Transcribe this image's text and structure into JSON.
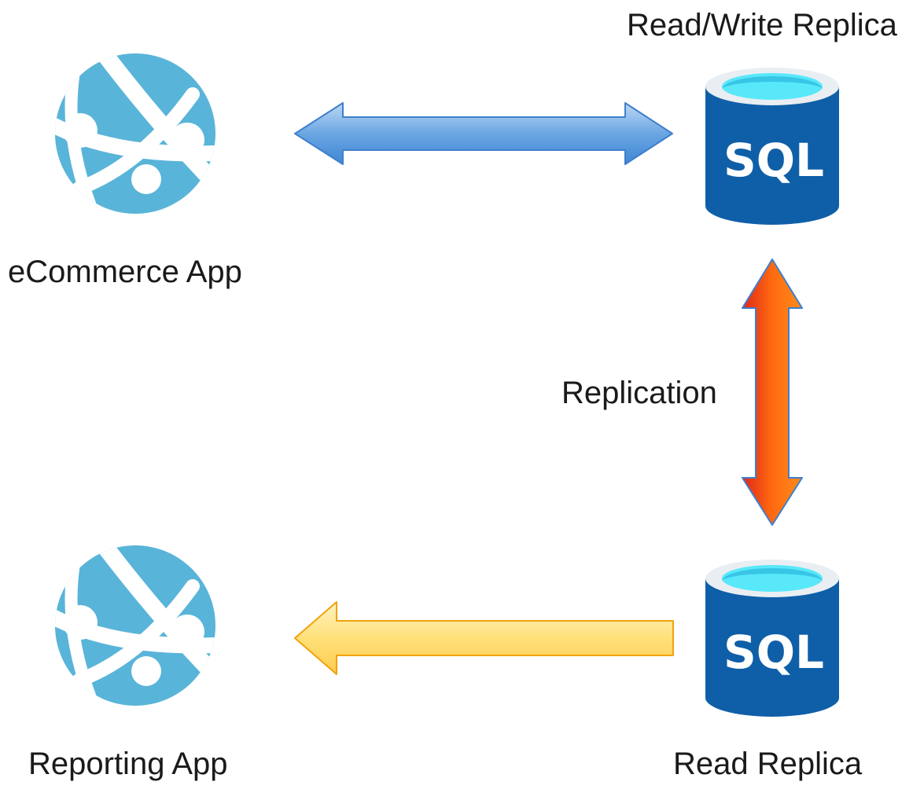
{
  "nodes": {
    "ecommerce_app": {
      "label": "eCommerce App",
      "icon": "web-app-globe-icon"
    },
    "reporting_app": {
      "label": "Reporting App",
      "icon": "web-app-globe-icon"
    },
    "read_write_replica": {
      "label": "Read/Write Replica",
      "icon": "sql-database-icon",
      "icon_text": "SQL"
    },
    "read_replica": {
      "label": "Read Replica",
      "icon": "sql-database-icon",
      "icon_text": "SQL"
    }
  },
  "edges": {
    "app_db": {
      "direction": "bidirectional",
      "color": "#5b9bd5"
    },
    "replication": {
      "label": "Replication",
      "direction": "bidirectional",
      "color": "#f25c05"
    },
    "reporting": {
      "direction": "to-reporting-app",
      "color": "#ffd966"
    }
  },
  "colors": {
    "globe": "#59b4d9",
    "sql_body": "#0f5fa8",
    "sql_top": "#58e8fa"
  }
}
